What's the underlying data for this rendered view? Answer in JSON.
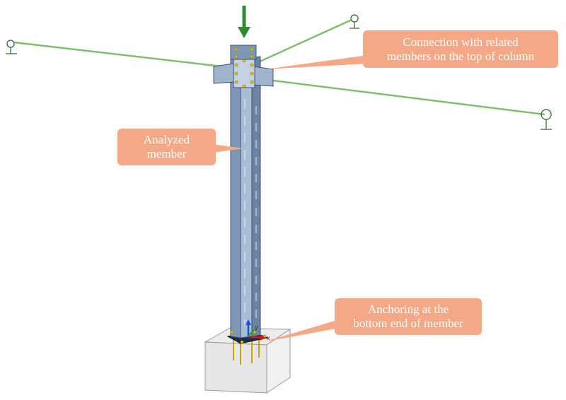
{
  "callouts": {
    "top_connection": {
      "line1": "Connection with related",
      "line2": "members on the top of column"
    },
    "analyzed_member": {
      "line1": "Analyzed",
      "line2": "member"
    },
    "anchoring": {
      "line1": "Anchoring at the",
      "line2": "bottom end of member"
    }
  },
  "axes": {
    "x": "x",
    "y": "y"
  },
  "colors": {
    "callout_fill": "#f5a885",
    "callout_text": "#ffffff",
    "steel": "#8ea6c4",
    "beam_line": "#7fbf6a",
    "load_arrow": "#2e8b2e",
    "bolt": "#d8b800",
    "concrete": "#d9d9d9"
  },
  "icons": [
    "load-arrow-icon",
    "support-symbol-icon",
    "axis-triad-icon"
  ]
}
